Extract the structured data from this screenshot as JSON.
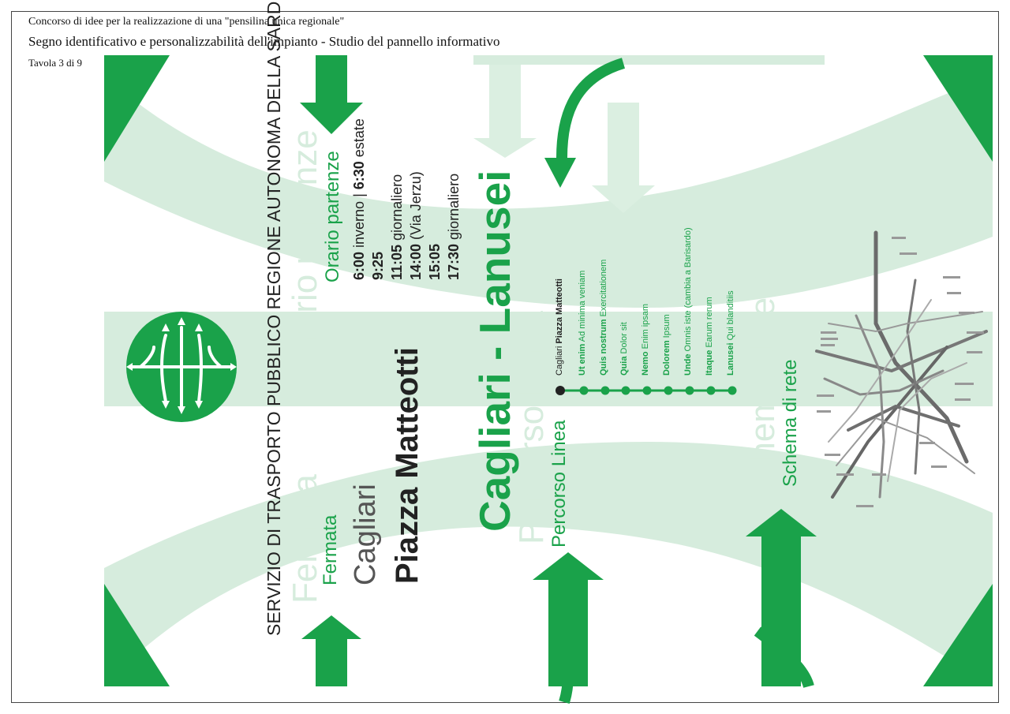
{
  "header": {
    "line1": "Concorso di idee per la realizzazione di una \"pensilina unica regionale\"",
    "line2": "Segno identificativo e personalizzabilità dell'impianto - Studio del pannello informativo",
    "line3": "Tavola 3 di 9"
  },
  "service_title": "SERVIZIO DI TRASPORTO PUBBLICO REGIONE AUTONOMA DELLA SARDEGNA",
  "stop": {
    "ghost_label": "Fermata",
    "label": "Fermata",
    "city": "Cagliari",
    "name": "Piazza Matteotti"
  },
  "departures": {
    "ghost_label": "Orario partenze",
    "label": "Orario partenze",
    "rows": [
      {
        "time": "6:00",
        "text": " inverno | ",
        "time2": "6:30",
        "text2": " estate"
      },
      {
        "time": "9:25",
        "text": "",
        "time2": "",
        "text2": ""
      },
      {
        "time": "11:05",
        "text": " giornaliero",
        "time2": "",
        "text2": ""
      },
      {
        "time": "14:00",
        "text": " (Via Jerzu)",
        "time2": "",
        "text2": ""
      },
      {
        "time": "15:05",
        "text": "",
        "time2": "",
        "text2": ""
      },
      {
        "time": "17:30",
        "text": " giornaliero",
        "time2": "",
        "text2": ""
      }
    ]
  },
  "route": {
    "title": "Cagliari - Lanusei",
    "ghost_label": "Percorso Linea",
    "label": "Percorso Linea",
    "stops": [
      {
        "bold": "Piazza Matteotti",
        "prefix": "Cagliari ",
        "rest": ""
      },
      {
        "bold": "Ut enim",
        "prefix": "",
        "rest": " Ad minima veniam"
      },
      {
        "bold": "Quis nostrum",
        "prefix": "",
        "rest": " Exercitationem"
      },
      {
        "bold": "Quia",
        "prefix": "",
        "rest": " Dolor sit"
      },
      {
        "bold": "Nemo",
        "prefix": "",
        "rest": " Enim ipsam"
      },
      {
        "bold": "Dolorem",
        "prefix": "",
        "rest": " Ipsum"
      },
      {
        "bold": "Unde",
        "prefix": "",
        "rest": " Omnis iste  (cambia a Barisardo)"
      },
      {
        "bold": "Itaque",
        "prefix": "",
        "rest": " Earum rerum"
      },
      {
        "bold": "Lanusei",
        "prefix": "",
        "rest": " Qui blanditiis"
      }
    ]
  },
  "network": {
    "ghost_label": "Schema di rete",
    "label": "Schema di rete"
  },
  "colors": {
    "accent": "#1aa24a",
    "faint": "#d6ecdd",
    "dark": "#222222"
  }
}
